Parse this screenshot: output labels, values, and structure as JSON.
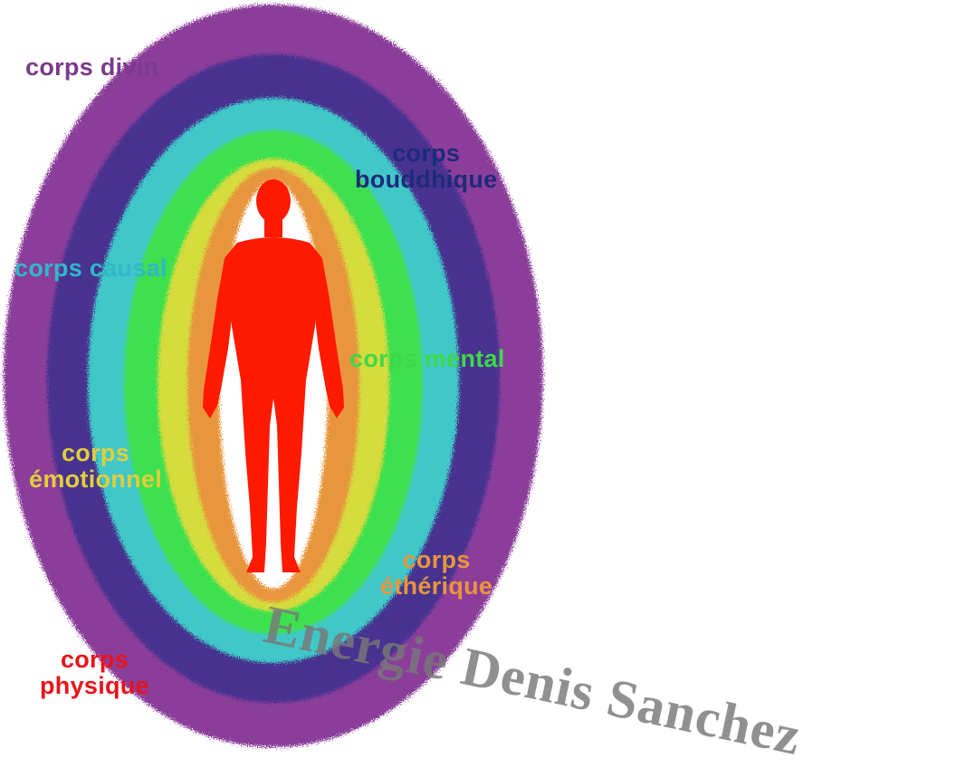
{
  "layers": [
    {
      "key": "divin",
      "color": "#8b3d9a"
    },
    {
      "key": "bouddhique",
      "color": "#46318f"
    },
    {
      "key": "causal",
      "color": "#3fc8c8"
    },
    {
      "key": "mental",
      "color": "#3ee050"
    },
    {
      "key": "emotionnel",
      "color": "#d6dc3c"
    },
    {
      "key": "etherique",
      "color": "#e8963c"
    },
    {
      "key": "physique",
      "color": "#ff1500"
    }
  ],
  "labels": {
    "divin": {
      "lines": [
        "corps divin"
      ],
      "color": "#7a3a8c"
    },
    "bouddhique": {
      "lines": [
        "corps",
        "bouddhique"
      ],
      "color": "#1c2a7a"
    },
    "causal": {
      "lines": [
        "corps causal"
      ],
      "color": "#2fb8c8"
    },
    "mental": {
      "lines": [
        "corps mental"
      ],
      "color": "#3fd84a"
    },
    "emotionnel": {
      "lines": [
        "corps",
        "émotionnel"
      ],
      "color": "#e0cf3a"
    },
    "etherique": {
      "lines": [
        "corps",
        "éthérique"
      ],
      "color": "#e8963c"
    },
    "physique": {
      "lines": [
        "corps",
        "physique"
      ],
      "color": "#e8141a"
    }
  },
  "watermark": "Energie Denis Sanchez"
}
